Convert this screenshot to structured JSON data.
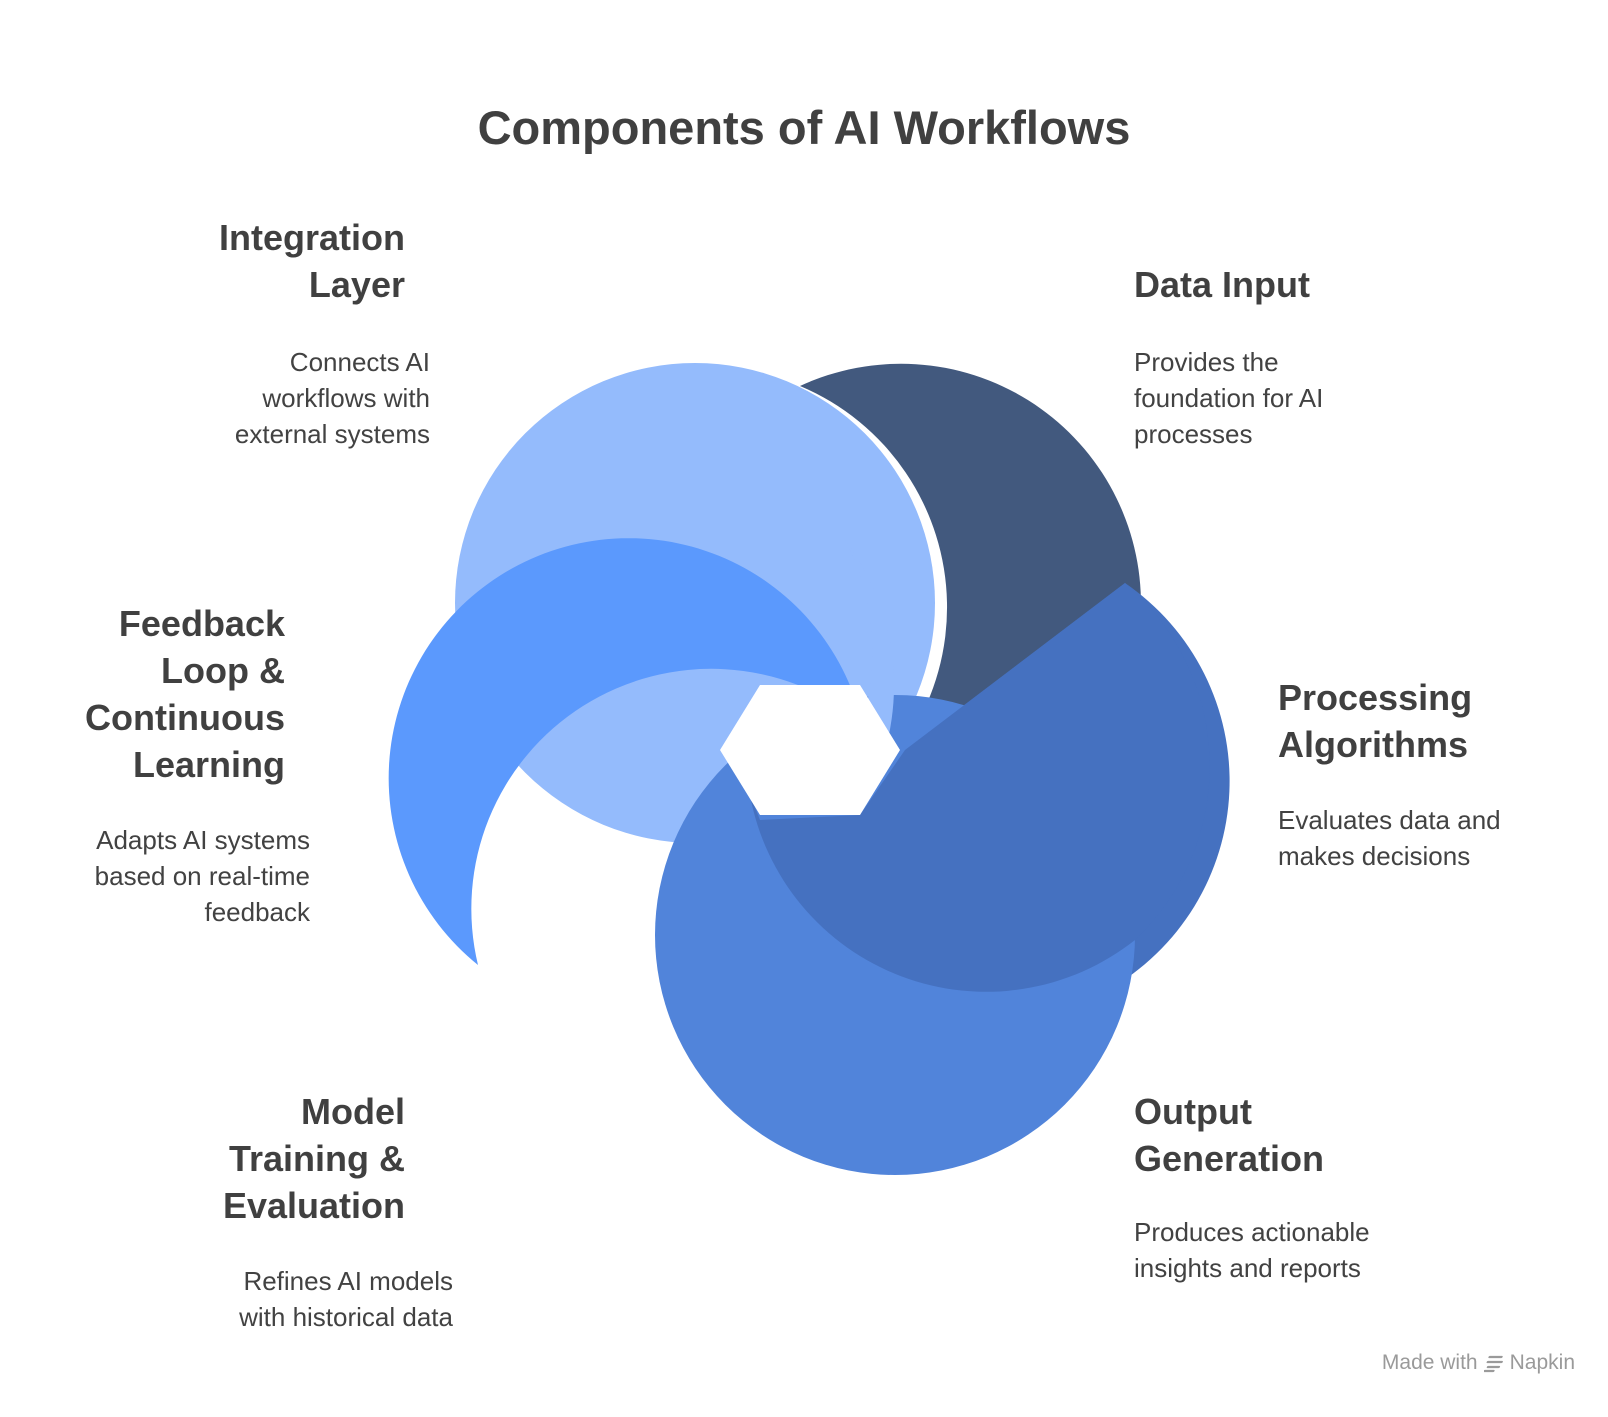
{
  "title": "Components of AI Workflows",
  "components": {
    "integration": {
      "heading_lines": [
        "Integration",
        "Layer"
      ],
      "description_lines": [
        "Connects AI",
        "workflows with",
        "external systems"
      ],
      "color": "#94BBFC"
    },
    "data_input": {
      "heading_lines": [
        "Data Input"
      ],
      "description_lines": [
        "Provides the",
        "foundation for AI",
        "processes"
      ],
      "color": "#42597E"
    },
    "processing": {
      "heading_lines": [
        "Processing",
        "Algorithms"
      ],
      "description_lines": [
        "Evaluates data and",
        "makes decisions"
      ],
      "color": "#4571C0"
    },
    "output": {
      "heading_lines": [
        "Output",
        "Generation"
      ],
      "description_lines": [
        "Produces actionable",
        "insights and reports"
      ],
      "color": "#5184DA"
    },
    "model": {
      "heading_lines": [
        "Model",
        "Training &",
        "Evaluation"
      ],
      "description_lines": [
        "Refines AI models",
        "with historical data"
      ],
      "color": "#4E8BEF"
    },
    "feedback": {
      "heading_lines": [
        "Feedback",
        "Loop &",
        "Continuous",
        "Learning"
      ],
      "description_lines": [
        "Adapts AI systems",
        "based on real-time",
        "feedback"
      ],
      "color": "#5B99FD"
    }
  },
  "brand": {
    "made_with": "Made with",
    "name": "Napkin"
  }
}
